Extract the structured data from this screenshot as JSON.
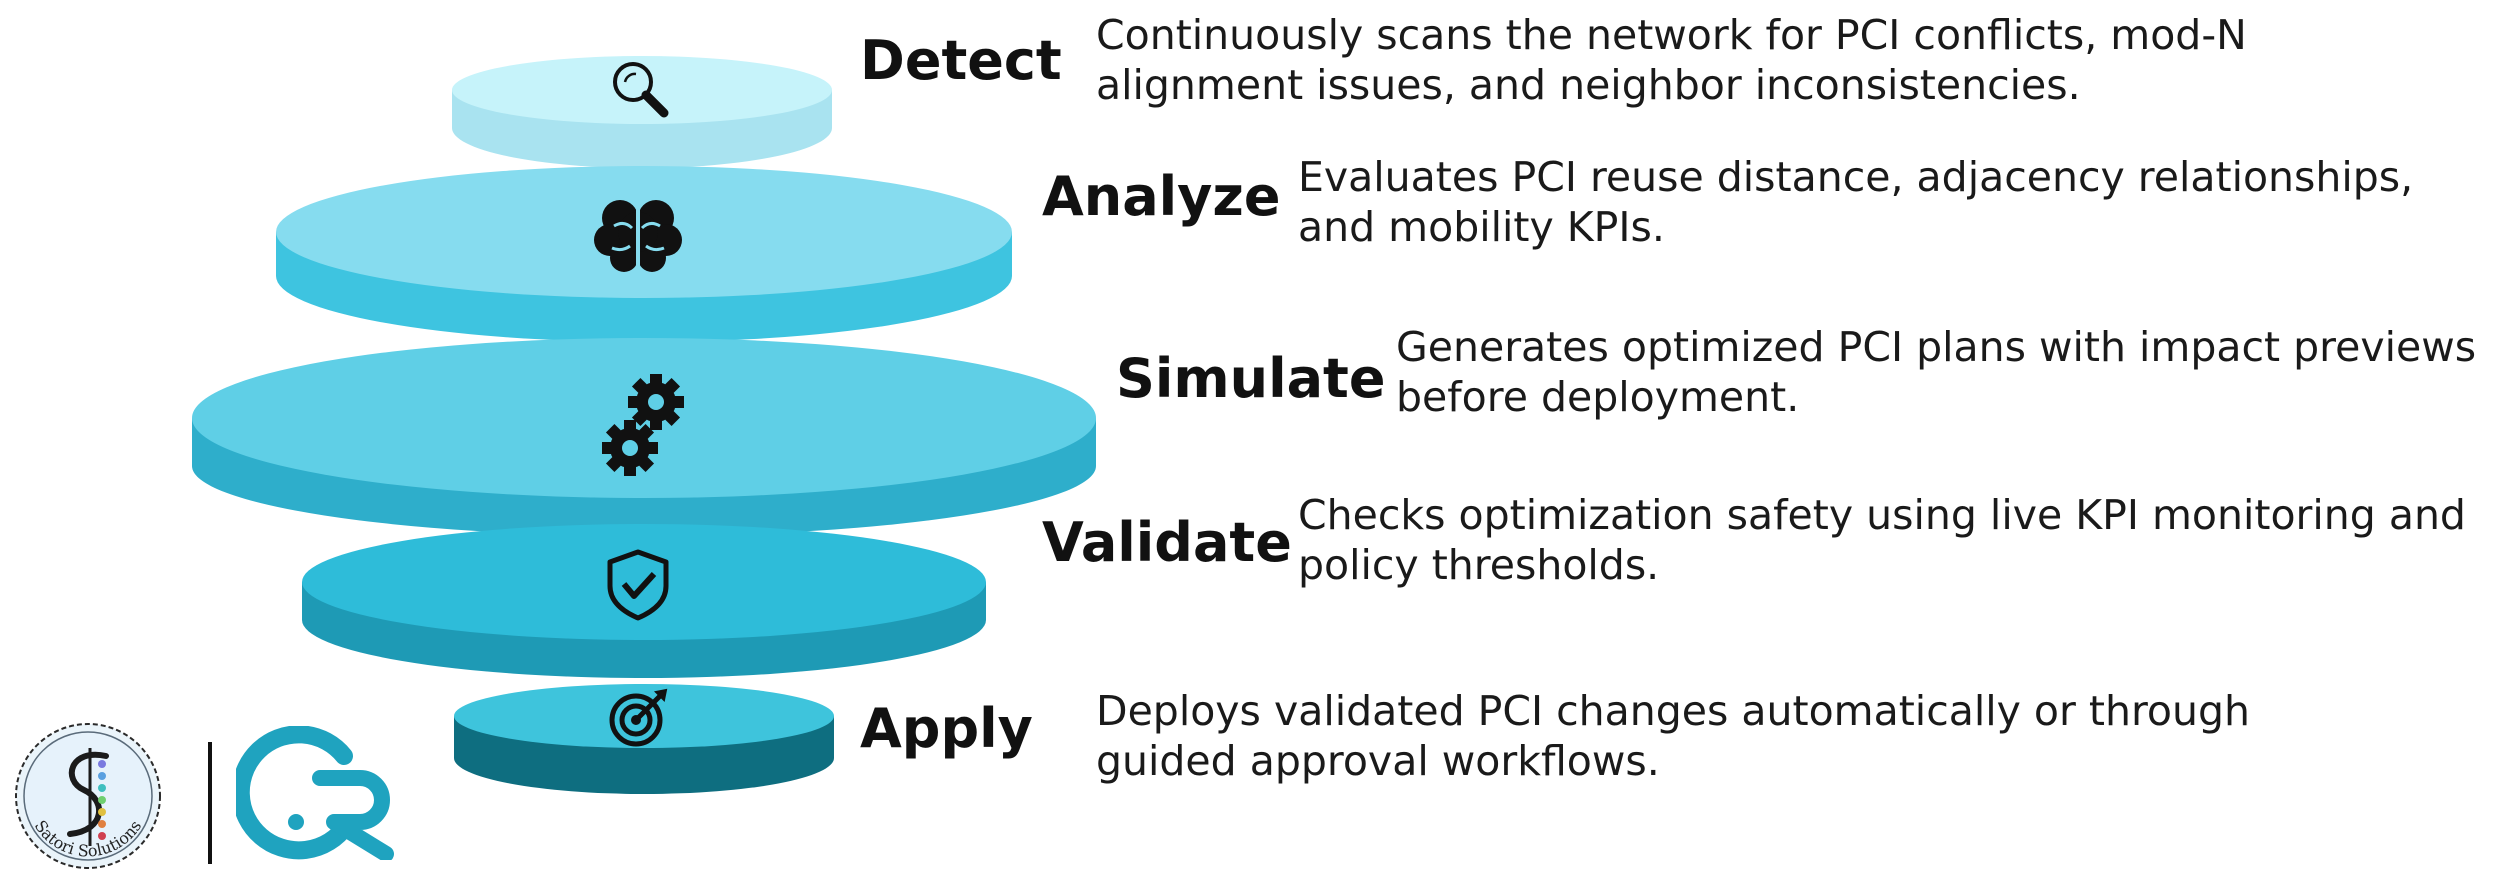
{
  "steps": [
    {
      "title": "Detect",
      "icon": "magnifier-icon",
      "description_lines": [
        "Continuously scans the network for PCI conflicts, mod-N",
        "alignment issues, and neighbor inconsistencies."
      ]
    },
    {
      "title": "Analyze",
      "icon": "brain-icon",
      "description_lines": [
        "Evaluates PCI reuse distance, adjacency relationships,",
        "and mobility KPIs."
      ]
    },
    {
      "title": "Simulate",
      "icon": "gears-icon",
      "description_lines": [
        "Generates optimized PCI plans with impact previews",
        "before deployment."
      ]
    },
    {
      "title": "Validate",
      "icon": "shield-check-icon",
      "description_lines": [
        "Checks optimization safety using live KPI monitoring and",
        "policy thresholds."
      ]
    },
    {
      "title": "Apply",
      "icon": "target-icon",
      "description_lines": [
        "Deploys validated PCI changes automatically or through",
        "guided approval workflows."
      ]
    }
  ],
  "logos": {
    "satori": {
      "icon": "satori-logo-icon",
      "text": "Satori Solutions"
    },
    "cr": {
      "icon": "cr-logo-icon"
    }
  },
  "colors": {
    "detect_top": "#C6F3FA",
    "detect_side": "#A9E3F0",
    "analyze_top": "#86DCEF",
    "analyze_side": "#3EC4E0",
    "simulate_top": "#5FCFE6",
    "simulate_side": "#2EAECB",
    "validate_top": "#2EBCD9",
    "validate_side": "#1E9AB5",
    "apply_top": "#3EC4DC",
    "apply_side": "#0E6E80",
    "brand": "#1FA3BF"
  }
}
